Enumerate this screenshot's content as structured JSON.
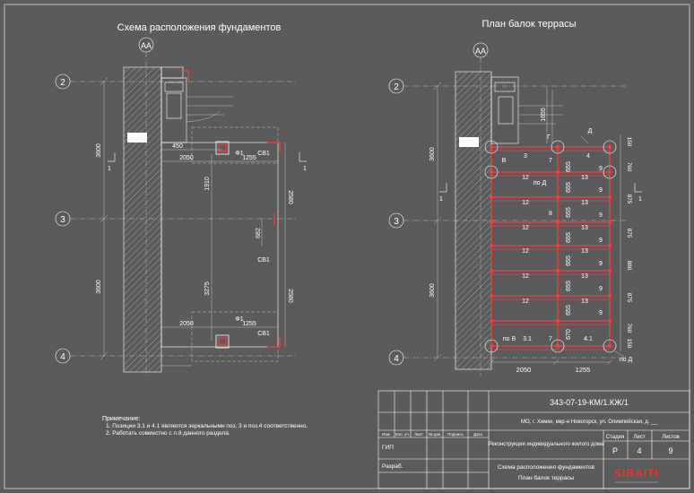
{
  "left_plan": {
    "title": "Схема расположения фундаментов",
    "axis_top": "АА",
    "axes": [
      "2",
      "3",
      "4"
    ],
    "section_mark": "1",
    "dims_left": [
      "3600",
      "3600"
    ],
    "dims_horizontal": [
      "450",
      "2050",
      "1255",
      "2050",
      "1255"
    ],
    "dims_vertical": [
      "1910",
      "3275",
      "682",
      "2580",
      "2580"
    ],
    "labels": [
      "Ф1",
      "СВ1",
      "СВ1",
      "Ф1",
      "СВ1"
    ]
  },
  "right_plan": {
    "title": "План балок террасы",
    "axis_top": "АА",
    "axes": [
      "2",
      "3",
      "4"
    ],
    "section_mark": "1",
    "dims_left": [
      "3600",
      "3600"
    ],
    "dim_top": "1655",
    "dims_right": [
      "150",
      "760",
      "875",
      "875",
      "880",
      "875",
      "760",
      "150"
    ],
    "dims_bottom": [
      "2050",
      "1255"
    ],
    "beam_labels": [
      "3",
      "7",
      "4",
      "12",
      "13",
      "12",
      "13",
      "12",
      "13",
      "12",
      "13",
      "12",
      "13",
      "12",
      "13",
      "3.1",
      "7",
      "4.1"
    ],
    "beam_dims": [
      "655",
      "655",
      "655",
      "655",
      "655",
      "655",
      "655",
      "670"
    ],
    "col_labels": [
      "9",
      "9",
      "8",
      "9",
      "9",
      "9",
      "9",
      "9"
    ],
    "markers": [
      "Г",
      "Д",
      "В",
      "по Д",
      "по В",
      "по Д"
    ]
  },
  "notes": {
    "heading": "Примечание:",
    "items": [
      "1.    Позиции 3.1 и 4.1 являются зеркальными поз. 3 и поз.4 соответственно.",
      "2.    Работать совместно с л.8 данного раздела."
    ]
  },
  "title_block": {
    "code": "343-07-19-КМ/1.КЖ/1",
    "address": "МО, г. Химки, мкр-н Новогорск, ул. Олимпийская, д. __",
    "columns": [
      "Изм.",
      "Кол. уч.",
      "Лист",
      "№ док.",
      "Подпись",
      "Дата"
    ],
    "project_name": "Реконструкция индивидуального жилого дома",
    "sheet_title_1": "Схема расположения фундаментов",
    "sheet_title_2": "План балок террасы",
    "roles": [
      "ГИП",
      "Разраб."
    ],
    "stage_header": "Стадия",
    "sheet_header": "Лист",
    "sheets_header": "Листов",
    "stage": "Р",
    "sheet": "4",
    "sheets": "9",
    "logo": "SIBAITI",
    "logo_color": "#ff2a2a"
  }
}
